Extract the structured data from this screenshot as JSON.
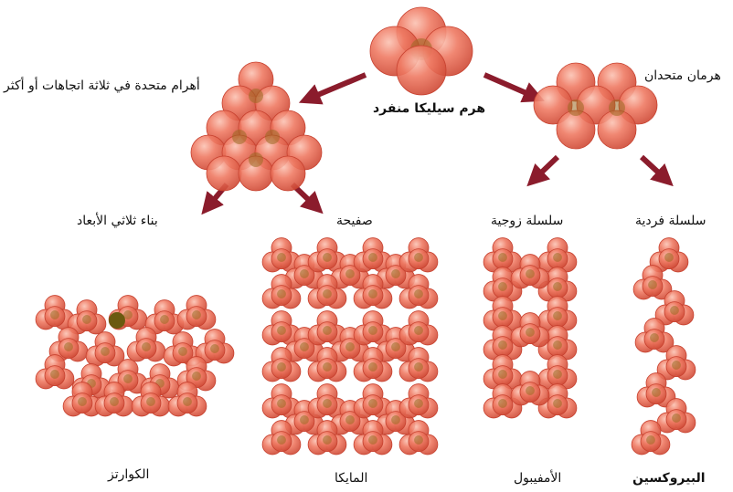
{
  "labels": {
    "single": "هرم سيليكا منفرد",
    "multi3d": "أهرام متحدة في ثلاثة اتجاهات أو أكثر",
    "double": "هرمان متحدان",
    "framework": "بناء ثلاثي الأبعاد",
    "sheet": "صفيحة",
    "double_chain": "سلسلة زوجية",
    "single_chain": "سلسلة فردية",
    "quartz": "الكوارتز",
    "mica": "المايكا",
    "amphibole": "الأمفيبول",
    "pyroxene": "البيروكسين"
  },
  "colors": {
    "sphere": "#e8604a",
    "sphere_light": "#f7a591",
    "sphere_dark": "#c7412f",
    "center": "#9a6a22",
    "arrow": "#8b1c2c"
  }
}
